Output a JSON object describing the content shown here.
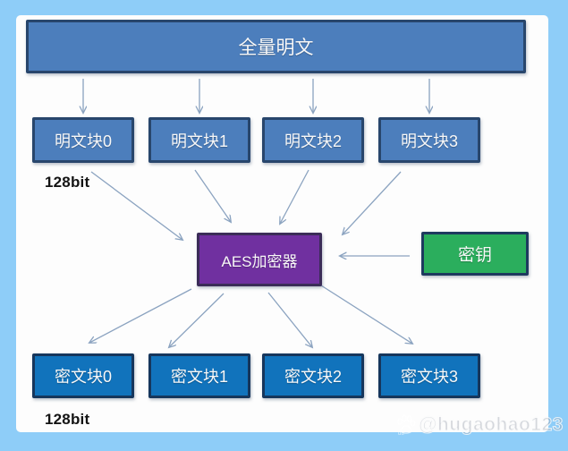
{
  "canvas": {
    "background_color": "#8ECDF8",
    "panel_color": "#FDFDFD"
  },
  "diagram": {
    "source": {
      "label": "全量明文",
      "fill": "#4C7EBC",
      "border": "#28466C"
    },
    "plain_blocks": [
      "明文块0",
      "明文块1",
      "明文块2",
      "明文块3"
    ],
    "plain_bits_label": "128bit",
    "encryptor": {
      "label": "AES加密器",
      "fill": "#7030A0",
      "border": "#3B2C58"
    },
    "key": {
      "label": "密钥",
      "fill": "#2BAE5D",
      "border": "#1E3A5F"
    },
    "cipher_blocks": [
      "密文块0",
      "密文块1",
      "密文块2",
      "密文块3"
    ],
    "cipher_bits_label": "128bit",
    "arrow_color": "#8BA3C0"
  },
  "watermark": {
    "icon": "baidu-paw-icon",
    "handle": "@hugaohao123"
  }
}
